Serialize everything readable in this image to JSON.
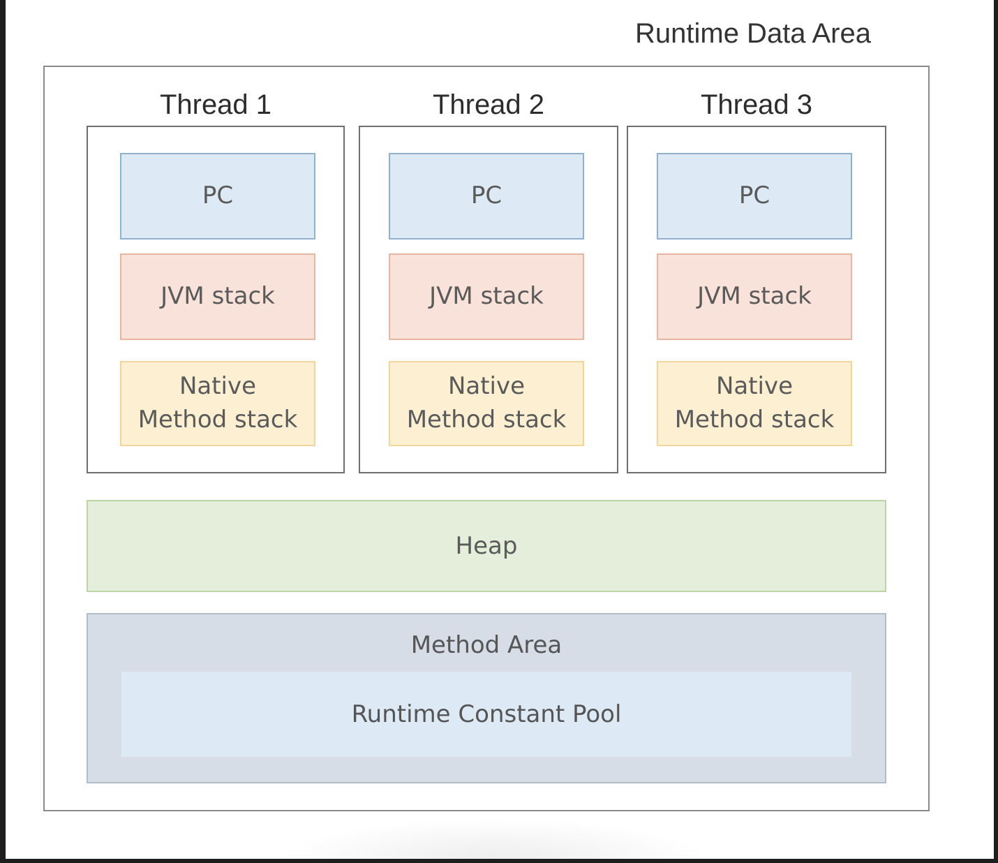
{
  "title": "Runtime Data Area",
  "threads": [
    {
      "label": "Thread 1",
      "pc": "PC",
      "jvm_stack": "JVM stack",
      "native_line1": "Native",
      "native_line2": "Method stack"
    },
    {
      "label": "Thread 2",
      "pc": "PC",
      "jvm_stack": "JVM stack",
      "native_line1": "Native",
      "native_line2": "Method stack"
    },
    {
      "label": "Thread 3",
      "pc": "PC",
      "jvm_stack": "JVM stack",
      "native_line1": "Native",
      "native_line2": "Method stack"
    }
  ],
  "heap": "Heap",
  "method_area": "Method Area",
  "runtime_constant_pool": "Runtime Constant Pool",
  "colors": {
    "pc": "#dde9f4",
    "jvm_stack": "#f8e2d9",
    "native_method_stack": "#fdefd2",
    "heap": "#e4eedb",
    "method_area": "#d6dde6",
    "runtime_constant_pool": "#dde9f4"
  }
}
